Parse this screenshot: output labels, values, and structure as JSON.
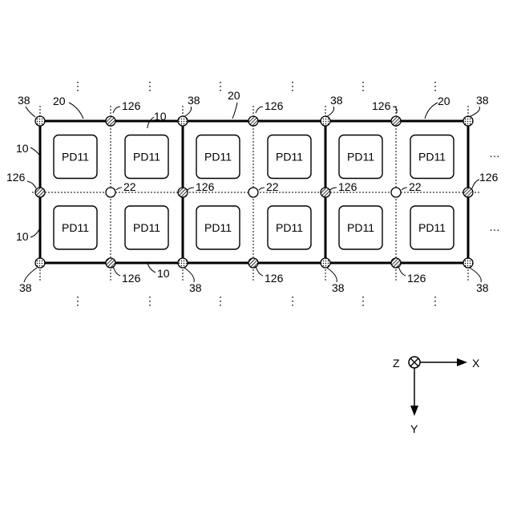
{
  "pixel_label": "PD11",
  "refs": {
    "pixel_group": "10",
    "pixel_block": "20",
    "node_open": "22",
    "node_dotted": "38",
    "node_hatched": "126"
  },
  "continuation_symbol": "⋮",
  "continuation_symbol_h": "…",
  "axes": {
    "z": "Z",
    "x": "X",
    "y": "Y"
  },
  "node_styles": {
    "dotted": "stippled circle",
    "hatched": "diagonal-hatched circle",
    "open": "empty circle"
  }
}
